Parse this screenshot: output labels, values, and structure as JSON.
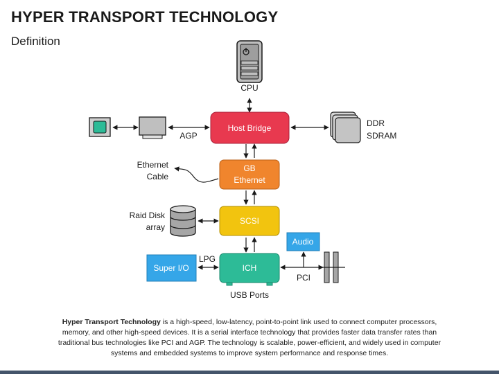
{
  "title": "HYPER TRANSPORT TECHNOLOGY",
  "subtitle": "Definition",
  "nodes": {
    "host_bridge": "Host Bridge",
    "gb_ethernet_line1": "GB",
    "gb_ethernet_line2": "Ethernet",
    "scsi": "SCSI",
    "ich": "ICH",
    "super_io": "Super I/O",
    "audio": "Audio"
  },
  "labels": {
    "cpu": "CPU",
    "agp": "AGP",
    "ddr_line1": "DDR",
    "ddr_line2": "SDRAM",
    "ethernet_cable_line1": "Ethernet",
    "ethernet_cable_line2": "Cable",
    "raid_line1": "Raid Disk",
    "raid_line2": "array",
    "lpg": "LPG",
    "pci": "PCI",
    "usb_ports": "USB Ports"
  },
  "colors": {
    "host_bridge": "#e8394f",
    "gb_ethernet": "#f0852d",
    "scsi": "#f2c40f",
    "ich": "#2dbb97",
    "super_io": "#35a6e8",
    "audio": "#35a6e8",
    "footer": "#44546a"
  },
  "description": {
    "bold_term": "Hyper Transport Technology",
    "text": " is a high-speed, low-latency, point-to-point link used to connect computer processors, memory, and other high-speed devices. It is a serial interface technology that provides faster data transfer rates than traditional bus technologies like PCI and AGP. The technology is scalable, power-efficient, and widely used in computer systems and embedded systems to improve system performance and response times."
  }
}
